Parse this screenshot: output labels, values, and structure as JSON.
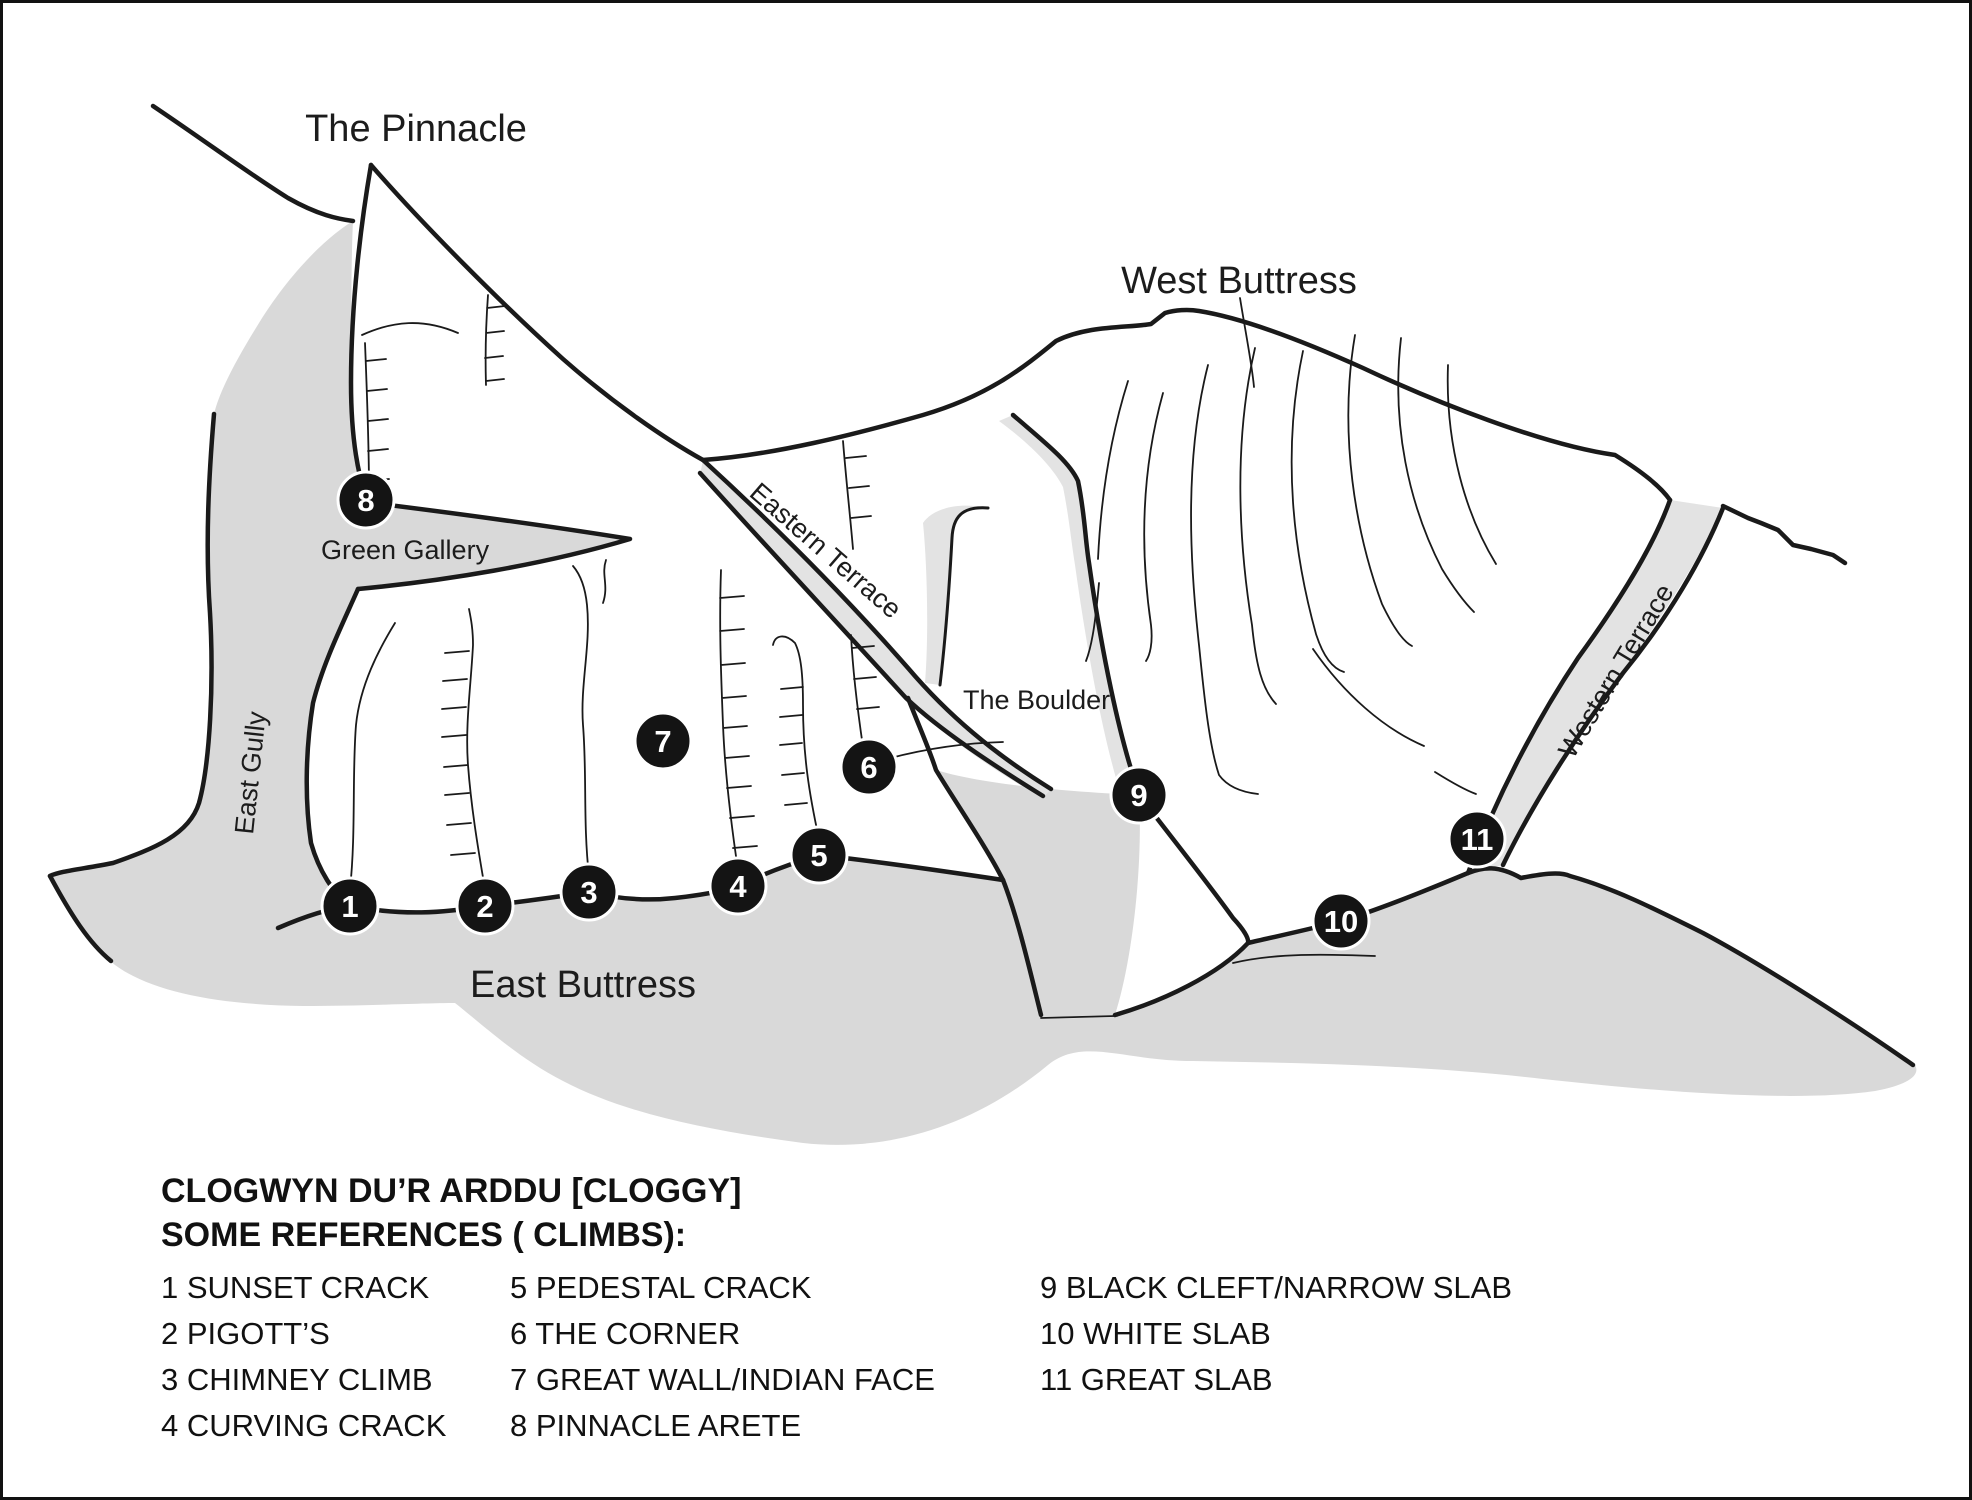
{
  "labels": {
    "pinnacle": "The Pinnacle",
    "west_buttress": "West Buttress",
    "east_buttress": "East Buttress",
    "east_gully": "East Gully",
    "eastern_terrace": "Eastern Terrace",
    "western_terrace": "Western Terrace",
    "the_boulder": "The Boulder",
    "green_gallery": "Green Gallery"
  },
  "markers": [
    {
      "num": "1",
      "route": "SUNSET CRACK"
    },
    {
      "num": "2",
      "route": "PIGOTT’S"
    },
    {
      "num": "3",
      "route": "CHIMNEY CLIMB"
    },
    {
      "num": "4",
      "route": "CURVING CRACK"
    },
    {
      "num": "5",
      "route": "PEDESTAL CRACK"
    },
    {
      "num": "6",
      "route": "THE CORNER"
    },
    {
      "num": "7",
      "route": "GREAT WALL/INDIAN FACE"
    },
    {
      "num": "8",
      "route": "PINNACLE ARETE"
    },
    {
      "num": "9",
      "route": "BLACK CLEFT/NARROW SLAB"
    },
    {
      "num": "10",
      "route": "WHITE SLAB"
    },
    {
      "num": "11",
      "route": "GREAT SLAB"
    }
  ],
  "legend": {
    "title": "CLOGWYN DU’R ARDDU [CLOGGY]",
    "subtitle": "SOME REFERENCES ( CLIMBS):",
    "columns": [
      [
        "1 SUNSET CRACK",
        "2 PIGOTT’S",
        "3 CHIMNEY CLIMB",
        "4 CURVING CRACK"
      ],
      [
        "5 PEDESTAL CRACK",
        "6 THE CORNER",
        "7 GREAT WALL/INDIAN FACE",
        "8 PINNACLE ARETE"
      ],
      [
        "9 BLACK CLEFT/NARROW SLAB",
        "10 WHITE SLAB",
        "11 GREAT SLAB"
      ]
    ]
  },
  "colors": {
    "scree_gray": "#d9d9d9",
    "terrace_gray": "#e3e3e3",
    "line": "#1a1a1a",
    "marker_fill": "#141414",
    "marker_text": "#ffffff"
  }
}
